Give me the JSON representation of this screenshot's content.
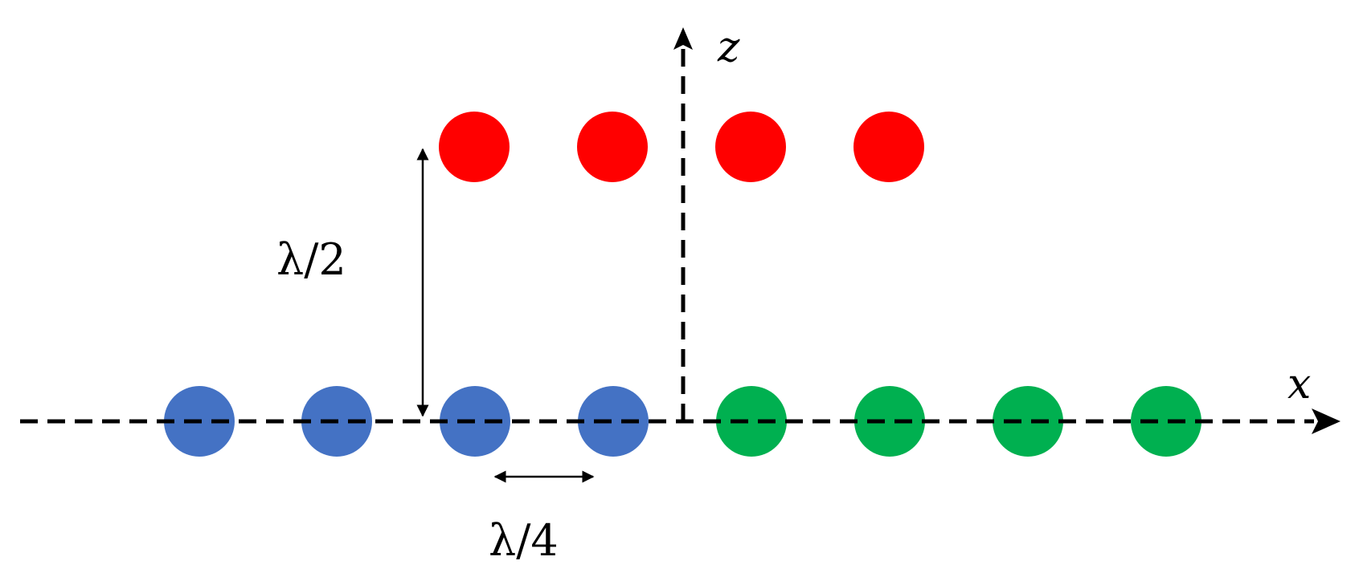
{
  "axes": {
    "x_label": "x",
    "z_label": "z"
  },
  "dimensions": {
    "vertical_spacing_label": "λ/2",
    "horizontal_spacing_label": "λ/4"
  },
  "colors": {
    "top_row": "#ff0000",
    "bottom_left_row": "#4472c4",
    "bottom_right_row": "#00b050",
    "lines": "#000000"
  },
  "dot_groups": [
    {
      "name": "red-dot",
      "color": "#ff0000",
      "count": 4
    },
    {
      "name": "blue-dot",
      "color": "#4472c4",
      "count": 4
    },
    {
      "name": "green-dot",
      "color": "#00b050",
      "count": 4
    }
  ]
}
